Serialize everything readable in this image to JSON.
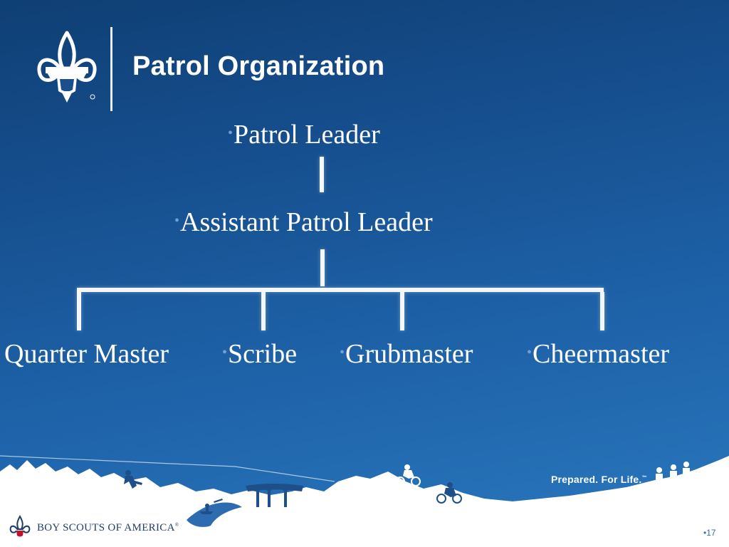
{
  "header": {
    "title": "Patrol Organization",
    "logo_icon": "fleur-de-lis-eagle-icon"
  },
  "org_chart": {
    "bullet": "•",
    "root": "Patrol Leader",
    "second": "Assistant Patrol Leader",
    "members": [
      "Quarter Master",
      "Scribe",
      "Grubmaster",
      "Cheermaster"
    ]
  },
  "footer": {
    "tagline": "Prepared. For Life.",
    "tagline_mark": "™",
    "org_name": "BOY SCOUTS OF AMERICA",
    "org_mark": "®",
    "page_number": "•17"
  },
  "colors": {
    "background_top": "#0f3f74",
    "background_bottom": "#2a78bf",
    "text": "#ffffff",
    "bullet": "#6ea2d8",
    "footer_text": "#1d3d6a",
    "page_number": "#2e6db4"
  }
}
